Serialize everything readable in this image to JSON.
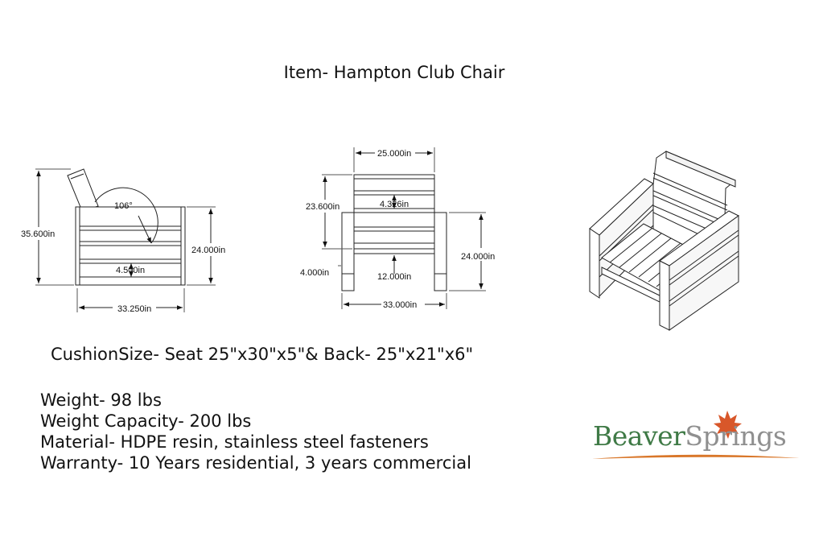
{
  "document": {
    "title": "Item- Hampton Club Chair",
    "cushion": "CushionSize- Seat 25\"x30\"x5\"& Back- 25\"x21\"x6\"",
    "specs": [
      "Weight-  98 lbs",
      "Weight Capacity- 200 lbs",
      "Material- HDPE resin, stainless steel fasteners",
      "Warranty- 10 Years residential, 3 years commercial"
    ]
  },
  "side_view": {
    "angle": "106°",
    "height_total": "35.600in",
    "height_arm": "24.000in",
    "slat_gap": "4.500in",
    "depth": "33.250in"
  },
  "front_view": {
    "back_width": "25.000in",
    "back_height": "23.600in",
    "slat_spacing": "4.326in",
    "leg_height": "4.000in",
    "seat_height": "12.000in",
    "arm_height": "24.000in",
    "overall_width": "33.000in"
  },
  "logo": {
    "part1": "Beaver",
    "part2": "Springs",
    "colors": {
      "green": "#3f7a46",
      "gray": "#8f8f8f",
      "swoosh": "#d9772a",
      "leaf": "#d8572a"
    }
  }
}
